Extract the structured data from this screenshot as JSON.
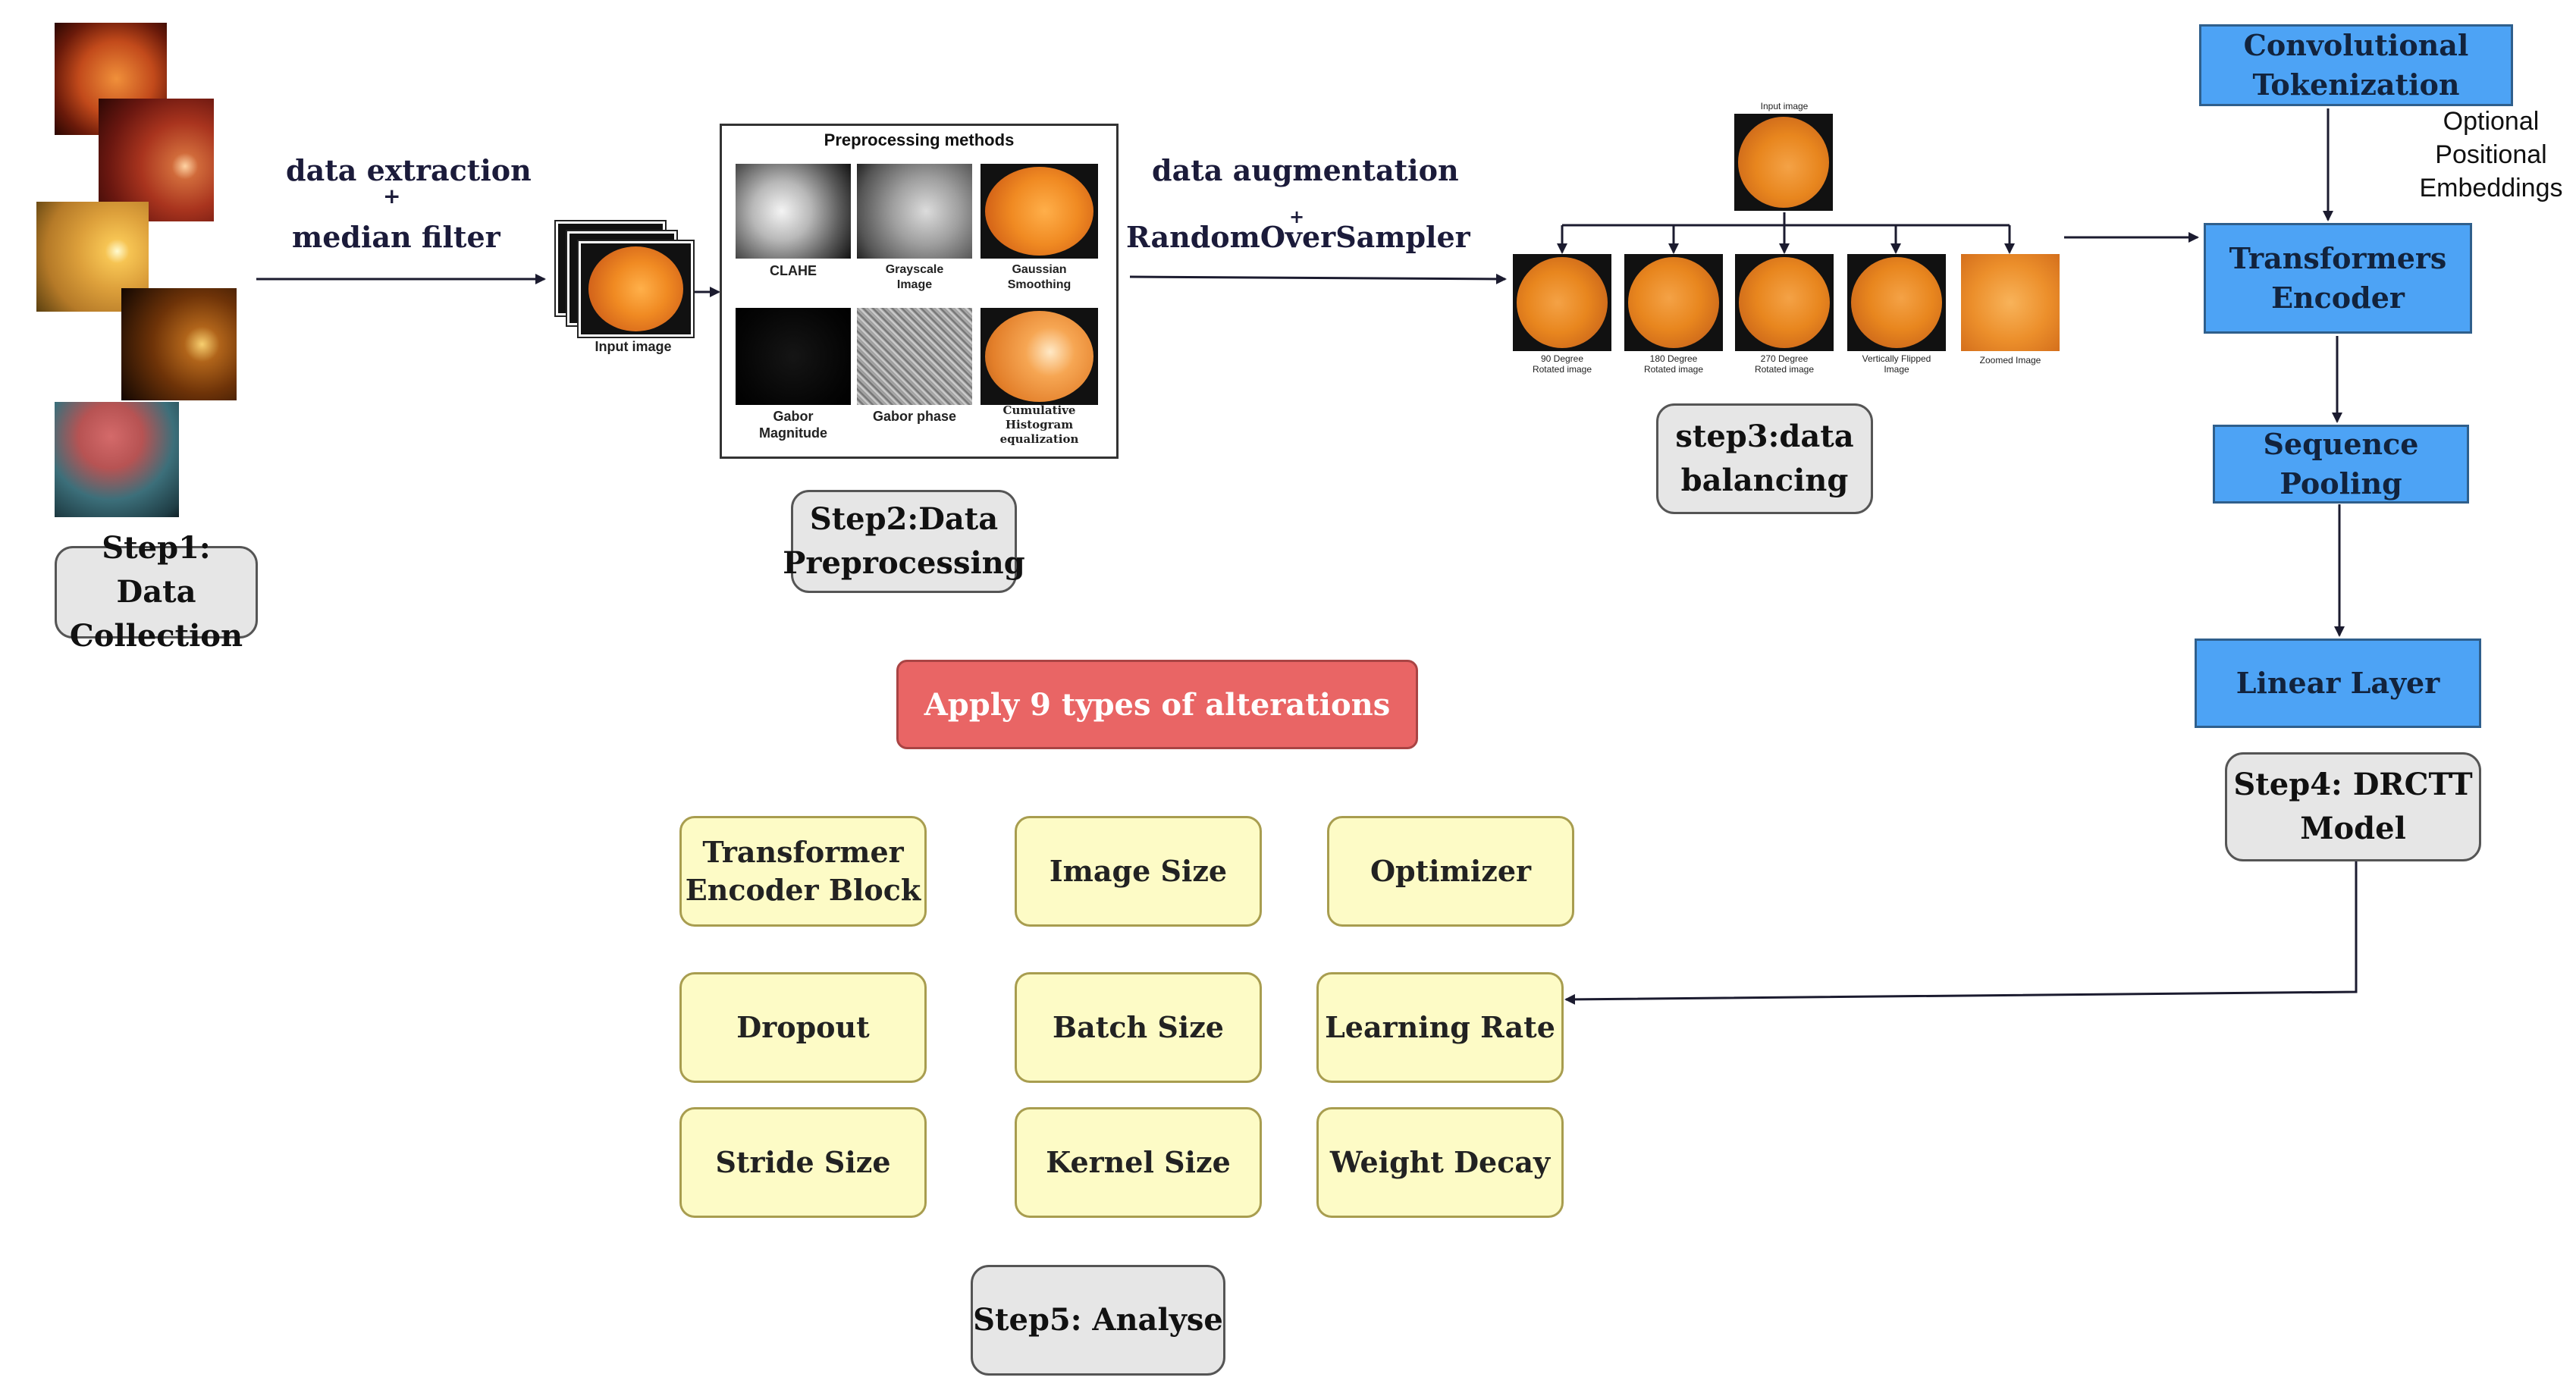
{
  "labels": {
    "extraction": "data extraction",
    "median": "median filter",
    "plus": "+",
    "augmentation": "data augmentation",
    "sampler": "RandomOverSampler"
  },
  "steps": {
    "step1": "Step1: Data\nCollection",
    "step2": "Step2:Data\nPreprocessing",
    "step3": "step3:data\nbalancing",
    "step4": "Step4: DRCTT\nModel",
    "step5": "Step5: Analyse"
  },
  "input_image": "Input image",
  "preprocessing": {
    "title": "Preprocessing methods",
    "items": [
      "CLAHE",
      "Grayscale\nImage",
      "Gaussian\nSmoothing",
      "Gabor\nMagnitude",
      "Gabor phase",
      "Cumulative\nHistogram\nequalization"
    ]
  },
  "balancing": {
    "input_label": "Input image",
    "outputs": [
      "90 Degree\nRotated image",
      "180 Degree\nRotated image",
      "270 Degree\nRotated image",
      "Vertically Flipped\nImage",
      "Zoomed Image"
    ]
  },
  "model": {
    "tokenization": "Convolutional\nTokenization",
    "positional": "Optional\nPositional\nEmbeddings",
    "encoder": "Transformers\nEncoder",
    "pooling": "Sequence\nPooling",
    "linear": "Linear Layer"
  },
  "alterations_title": "Apply 9 types of alterations",
  "alterations": [
    "Transformer\nEncoder Block",
    "Image Size",
    "Optimizer",
    "Dropout",
    "Batch Size",
    "Learning Rate",
    "Stride Size",
    "Kernel Size",
    "Weight Decay"
  ],
  "colors": {
    "blue_box": "#4da3f5",
    "yellow_box": "#fdfbc6",
    "red_box": "#e96565",
    "step_box": "#e6e6e6",
    "fundus_orange": "#e8891f"
  }
}
